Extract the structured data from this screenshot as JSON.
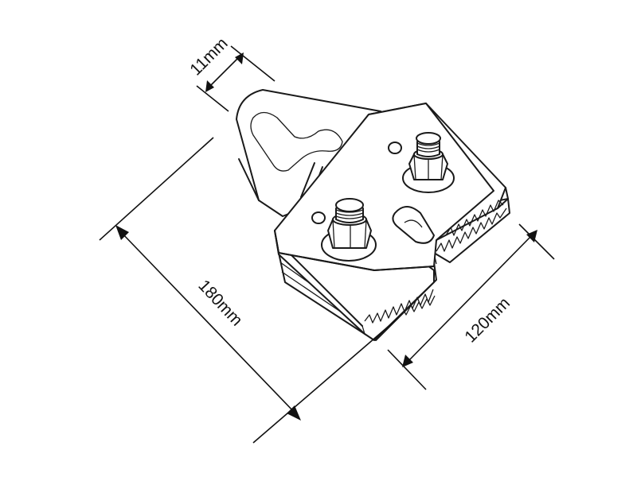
{
  "dimensions": {
    "thickness": "11mm",
    "length": "180mm",
    "width": "120mm"
  },
  "colors": {
    "line": "#1a1a1a",
    "background": "#ffffff"
  }
}
